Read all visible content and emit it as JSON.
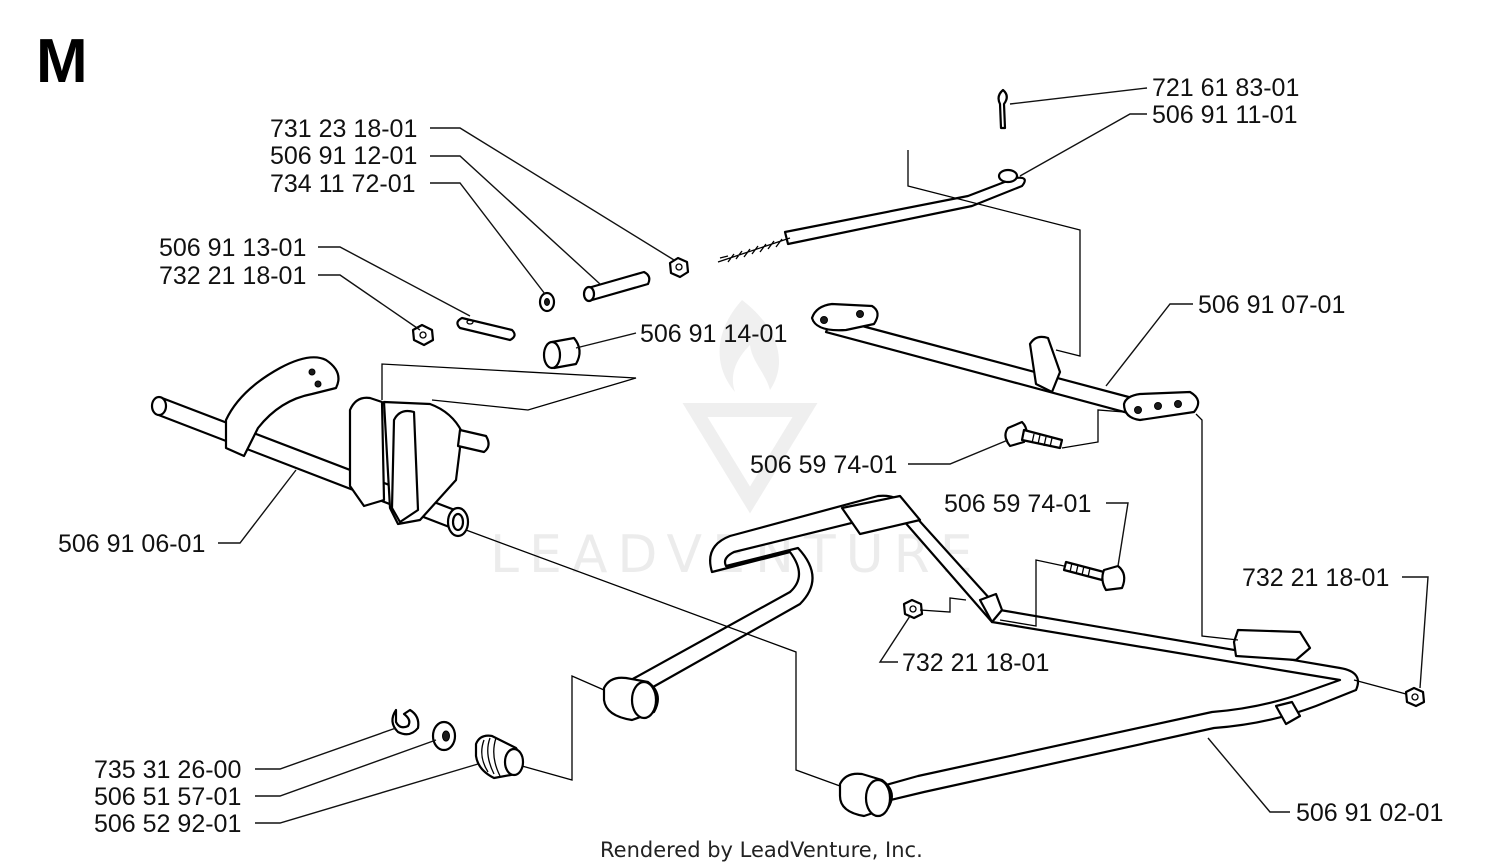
{
  "section_letter": "M",
  "footer": "Rendered by LeadVenture, Inc.",
  "watermark": "LEADVENTURE",
  "labels": {
    "p721618301": "721 61 83-01",
    "p506911101": "506 91 11-01",
    "p731231801": "731 23 18-01",
    "p506911201": "506 91 12-01",
    "p734117201": "734 11 72-01",
    "p506911301": "506 91 13-01",
    "p732211801_a": "732 21 18-01",
    "p506911401": "506 91 14-01",
    "p506910701": "506 91 07-01",
    "p506597401_a": "506 59 74-01",
    "p506597401_b": "506 59 74-01",
    "p506910601": "506 91 06-01",
    "p732211801_b": "732 21 18-01",
    "p732211801_c": "732 21 18-01",
    "p735312600": "735 31 26-00",
    "p506515701": "506 51 57-01",
    "p506529201": "506 52 92-01",
    "p506910201": "506 91 02-01"
  }
}
